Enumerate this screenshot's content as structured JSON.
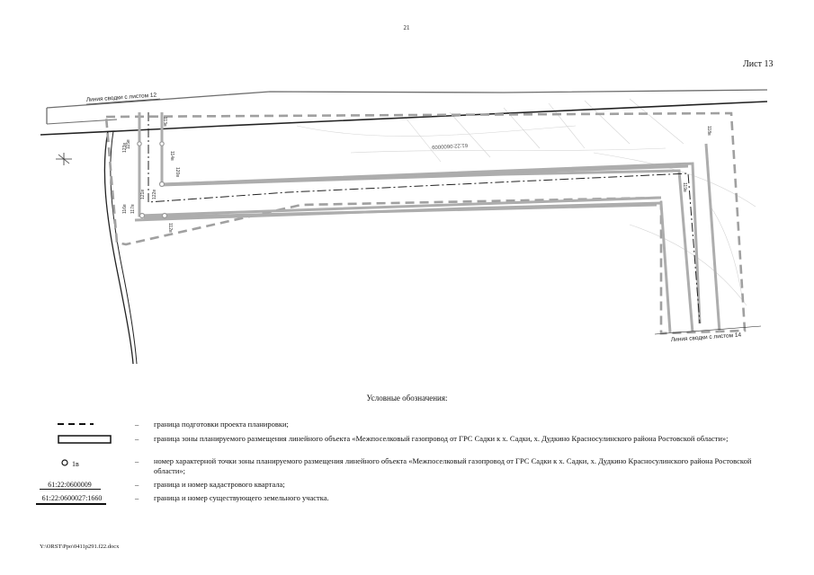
{
  "page_number": "21",
  "sheet_label": "Лист 13",
  "map": {
    "line_top": "Линия сводки с листом 12",
    "line_bottom": "Линия сводки с листом 14",
    "quarter_label": "61:22:0600009",
    "point_labels": [
      "115в",
      "114в",
      "113в",
      "116в",
      "112в",
      "117в",
      "118в",
      "119в",
      "120в",
      "121в",
      "122в",
      "123в"
    ]
  },
  "legend": {
    "title": "Условные обозначения:",
    "dash": "–",
    "items": [
      {
        "text": "граница подготовки проекта планировки;"
      },
      {
        "text": "граница зоны планируемого размещения линейного объекта «Межпоселковый газопровод от ГРС Садки к х. Садки, х. Дудкино Красносулинского района Ростовской области»;"
      },
      {
        "symbol_label": "1в",
        "text": "номер характерной точки зоны планируемого размещения линейного объекта «Межпоселковый газопровод от ГРС Садки к х. Садки, х. Дудкино Красносулинского района Ростовской области»;"
      },
      {
        "symbol_label": "61:22:0600009",
        "text": "граница и номер кадастрового квартала;"
      },
      {
        "symbol_label": "61:22:0600027:1660",
        "text": "граница и номер существующего земельного участка."
      }
    ]
  },
  "footer": "Y:\\ORST\\Ppo\\0411p291.f22.docx",
  "colors": {
    "zone": "#a9a9a9",
    "dashed": "#9a9a9a",
    "line": "#222222"
  }
}
